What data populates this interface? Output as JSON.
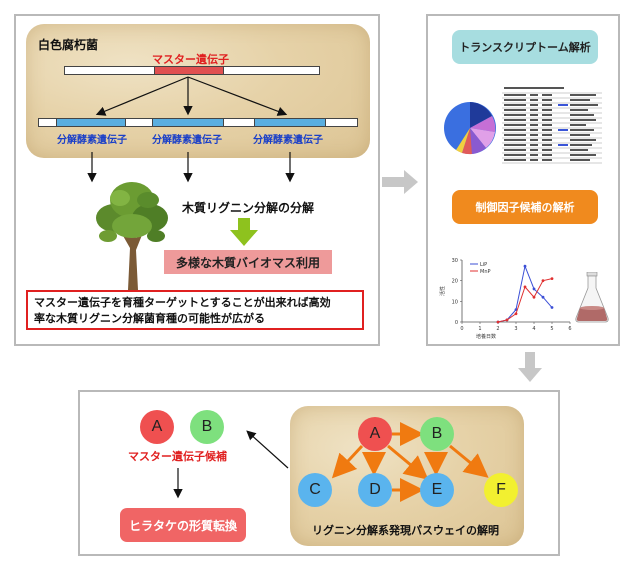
{
  "colors": {
    "master_gene": "#e05050",
    "enzyme_gene": "#5aaee0",
    "enzyme_text": "#1a3fc8",
    "transcript_box": "#a7dde0",
    "control_box": "#f08a1e",
    "mass_box": "#ee9a9a",
    "node_red": "#ef5050",
    "node_green": "#7ee07e",
    "node_blue": "#5ab4ee",
    "node_yellow": "#f2f030",
    "pathway_arrow": "#f07a10",
    "outcome_box": "#f06565",
    "mbox_border": "#e02020",
    "down_arrow": "#8ec21e",
    "flow_arrow": "#c7c7c7"
  },
  "left_panel": {
    "organism": "白色腐朽菌",
    "master_gene": "マスター遺伝子",
    "enzyme_genes": [
      "分解酵素遺伝子",
      "分解酵素遺伝子",
      "分解酵素遺伝子"
    ],
    "lignin_decomp": "木質リグニン分解の分解",
    "biomass": "多様な木質バイオマス利用",
    "message_line1": "マスター遺伝子を育種ターゲットとすることが出来れば高効",
    "message_line2": "率な木質リグニン分解菌育種の可能性が広がる",
    "tree_icon": "tree-icon"
  },
  "right_panel": {
    "transcriptome": "トランスクリプトーム解析",
    "control_factor": "制御因子候補の解析",
    "pie_icon": "pie-chart-icon",
    "table_icon": "data-table-icon",
    "flask_icon": "flask-icon"
  },
  "chart_data": {
    "type": "line",
    "x": [
      0,
      1,
      2,
      3,
      4,
      5,
      6
    ],
    "xticks": [
      "0",
      "1",
      "2",
      "3",
      "4",
      "5",
      "6"
    ],
    "ylim": [
      0,
      30
    ],
    "yticks": [
      "0",
      "10",
      "20",
      "30"
    ],
    "xlabel": "培養日数",
    "ylabel": "活性",
    "series": [
      {
        "name": "LiP",
        "color": "#3b4fd6",
        "x": [
          2,
          2.5,
          3,
          3.5,
          4,
          4.5,
          5
        ],
        "values": [
          0,
          1,
          6,
          27,
          16,
          12,
          7
        ]
      },
      {
        "name": "MnP",
        "color": "#e03030",
        "x": [
          2,
          2.5,
          3,
          3.5,
          4,
          4.5,
          5
        ],
        "values": [
          0,
          1,
          4,
          17,
          12,
          20,
          21
        ]
      }
    ]
  },
  "bottom_panel": {
    "node_a": "A",
    "node_b": "B",
    "master_candidate": "マスター遺伝子候補",
    "outcome": "ヒラタケの形質転換",
    "pathway_caption": "リグニン分解系発現パスウェイの解明",
    "pathway_nodes": [
      "A",
      "B",
      "C",
      "D",
      "E",
      "F"
    ]
  }
}
